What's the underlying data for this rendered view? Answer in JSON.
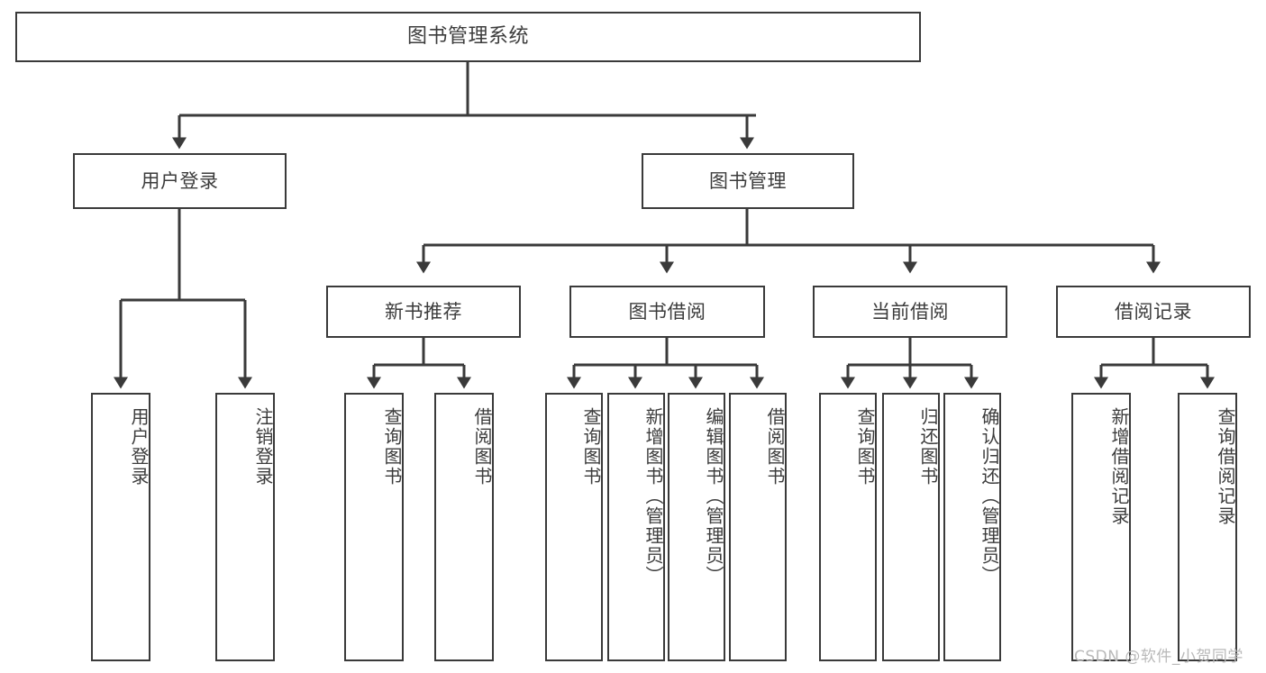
{
  "diagram": {
    "type": "tree-hierarchy-chart",
    "title": "图书管理系统",
    "line_color": "#3a3a3a",
    "text_color": "#3c3c3c",
    "background": "#ffffff",
    "levels": [
      {
        "level": 1,
        "nodes": [
          {
            "id": "root",
            "label": "图书管理系统",
            "orientation": "horizontal"
          }
        ]
      },
      {
        "level": 2,
        "nodes": [
          {
            "id": "login",
            "label": "用户登录",
            "orientation": "horizontal",
            "parent": "root"
          },
          {
            "id": "bookmgmt",
            "label": "图书管理",
            "orientation": "horizontal",
            "parent": "root"
          }
        ]
      },
      {
        "level": 3,
        "nodes": [
          {
            "id": "newbook",
            "label": "新书推荐",
            "orientation": "horizontal",
            "parent": "bookmgmt"
          },
          {
            "id": "borrow",
            "label": "图书借阅",
            "orientation": "horizontal",
            "parent": "bookmgmt"
          },
          {
            "id": "current",
            "label": "当前借阅",
            "orientation": "horizontal",
            "parent": "bookmgmt"
          },
          {
            "id": "records",
            "label": "借阅记录",
            "orientation": "horizontal",
            "parent": "bookmgmt"
          }
        ]
      },
      {
        "level": 4,
        "nodes": [
          {
            "id": "leaf1",
            "label": "用户登录",
            "orientation": "vertical",
            "parent": "login"
          },
          {
            "id": "leaf2",
            "label": "注销登录",
            "orientation": "vertical",
            "parent": "login"
          },
          {
            "id": "leaf3",
            "label": "查询图书",
            "orientation": "vertical",
            "parent": "newbook"
          },
          {
            "id": "leaf4",
            "label": "借阅图书",
            "orientation": "vertical",
            "parent": "newbook"
          },
          {
            "id": "leaf5",
            "label": "查询图书",
            "orientation": "vertical",
            "parent": "borrow"
          },
          {
            "id": "leaf6",
            "label": "新增图书（管理员）",
            "orientation": "vertical",
            "parent": "borrow"
          },
          {
            "id": "leaf7",
            "label": "编辑图书（管理员）",
            "orientation": "vertical",
            "parent": "borrow"
          },
          {
            "id": "leaf8",
            "label": "借阅图书",
            "orientation": "vertical",
            "parent": "borrow"
          },
          {
            "id": "leaf9",
            "label": "查询图书",
            "orientation": "vertical",
            "parent": "current"
          },
          {
            "id": "leaf10",
            "label": "归还图书",
            "orientation": "vertical",
            "parent": "current"
          },
          {
            "id": "leaf11",
            "label": "确认归还（管理员）",
            "orientation": "vertical",
            "parent": "current"
          },
          {
            "id": "leaf12",
            "label": "新增借阅记录",
            "orientation": "vertical",
            "parent": "records"
          },
          {
            "id": "leaf13",
            "label": "查询借阅记录",
            "orientation": "vertical",
            "parent": "records"
          }
        ]
      }
    ]
  },
  "watermark": {
    "text": "CSDN @软件_小贺同学"
  }
}
